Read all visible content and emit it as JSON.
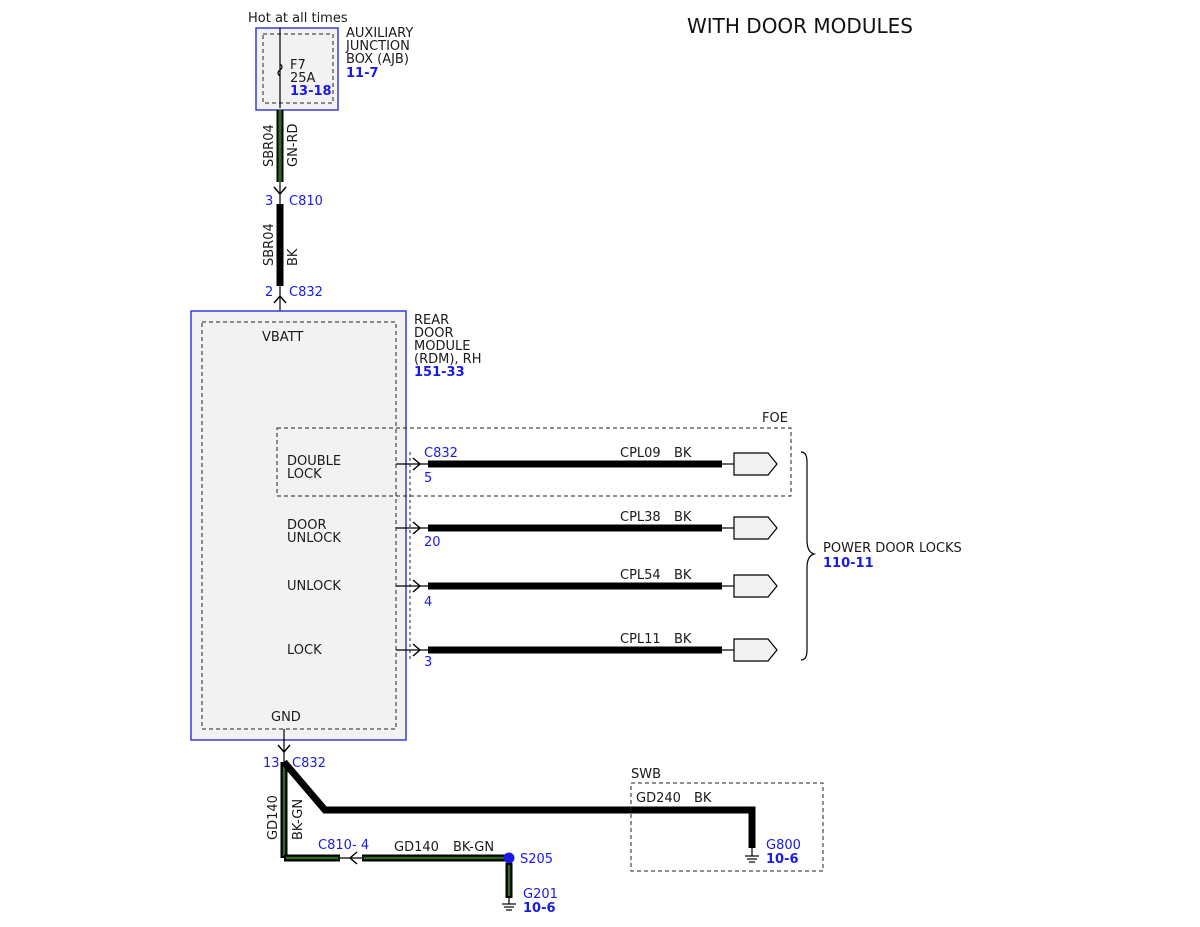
{
  "title": "WITH DOOR MODULES",
  "colors": {
    "wire": "#000000",
    "green": "#2f6b1e",
    "blue_box": "#3a3ae0",
    "link": "#1a1ae6",
    "module_fill": "#f2f2f2"
  },
  "ajb": {
    "hot_label": "Hot at all times",
    "name_lines": [
      "AUXILIARY",
      "JUNCTION",
      "BOX (AJB)"
    ],
    "ref": "11-7",
    "fuse_name": "F7",
    "fuse_rating": "25A",
    "fuse_ref": "13-18"
  },
  "wire_feed_1": {
    "circuit": "SBR04",
    "color": "GN-RD"
  },
  "conn_c810_top": {
    "pin": "3",
    "name": "C810"
  },
  "wire_feed_2": {
    "circuit": "SBR04",
    "color": "BK"
  },
  "conn_c832_top": {
    "pin": "2",
    "name": "C832"
  },
  "rdm": {
    "name_lines": [
      "REAR",
      "DOOR",
      "MODULE",
      "(RDM), RH"
    ],
    "ref": "151-33",
    "vbatt": "VBATT",
    "gnd": "GND"
  },
  "foe_label": "FOE",
  "outputs": [
    {
      "label_lines": [
        "DOUBLE",
        "LOCK"
      ],
      "connector": "C832",
      "pin": "5",
      "circuit": "CPL09",
      "color": "BK"
    },
    {
      "label_lines": [
        "DOOR",
        "UNLOCK"
      ],
      "connector": "",
      "pin": "20",
      "circuit": "CPL38",
      "color": "BK"
    },
    {
      "label_lines": [
        "UNLOCK"
      ],
      "connector": "",
      "pin": "4",
      "circuit": "CPL54",
      "color": "BK"
    },
    {
      "label_lines": [
        "LOCK"
      ],
      "connector": "",
      "pin": "3",
      "circuit": "CPL11",
      "color": "BK"
    }
  ],
  "power_door_locks": {
    "label": "POWER DOOR LOCKS",
    "ref": "110-11"
  },
  "ground": {
    "conn_pin": "13",
    "conn_name": "C832",
    "vert_circuit": "GD140",
    "vert_color": "BK-GN",
    "c810_name": "C810",
    "c810_pin": "- 4",
    "horiz_circuit": "GD140",
    "horiz_color": "BK-GN",
    "splice": "S205",
    "g201_name": "G201",
    "g201_ref": "10-6",
    "swb_label": "SWB",
    "swb_circuit": "GD240",
    "swb_color": "BK",
    "g800_name": "G800",
    "g800_ref": "10-6"
  }
}
